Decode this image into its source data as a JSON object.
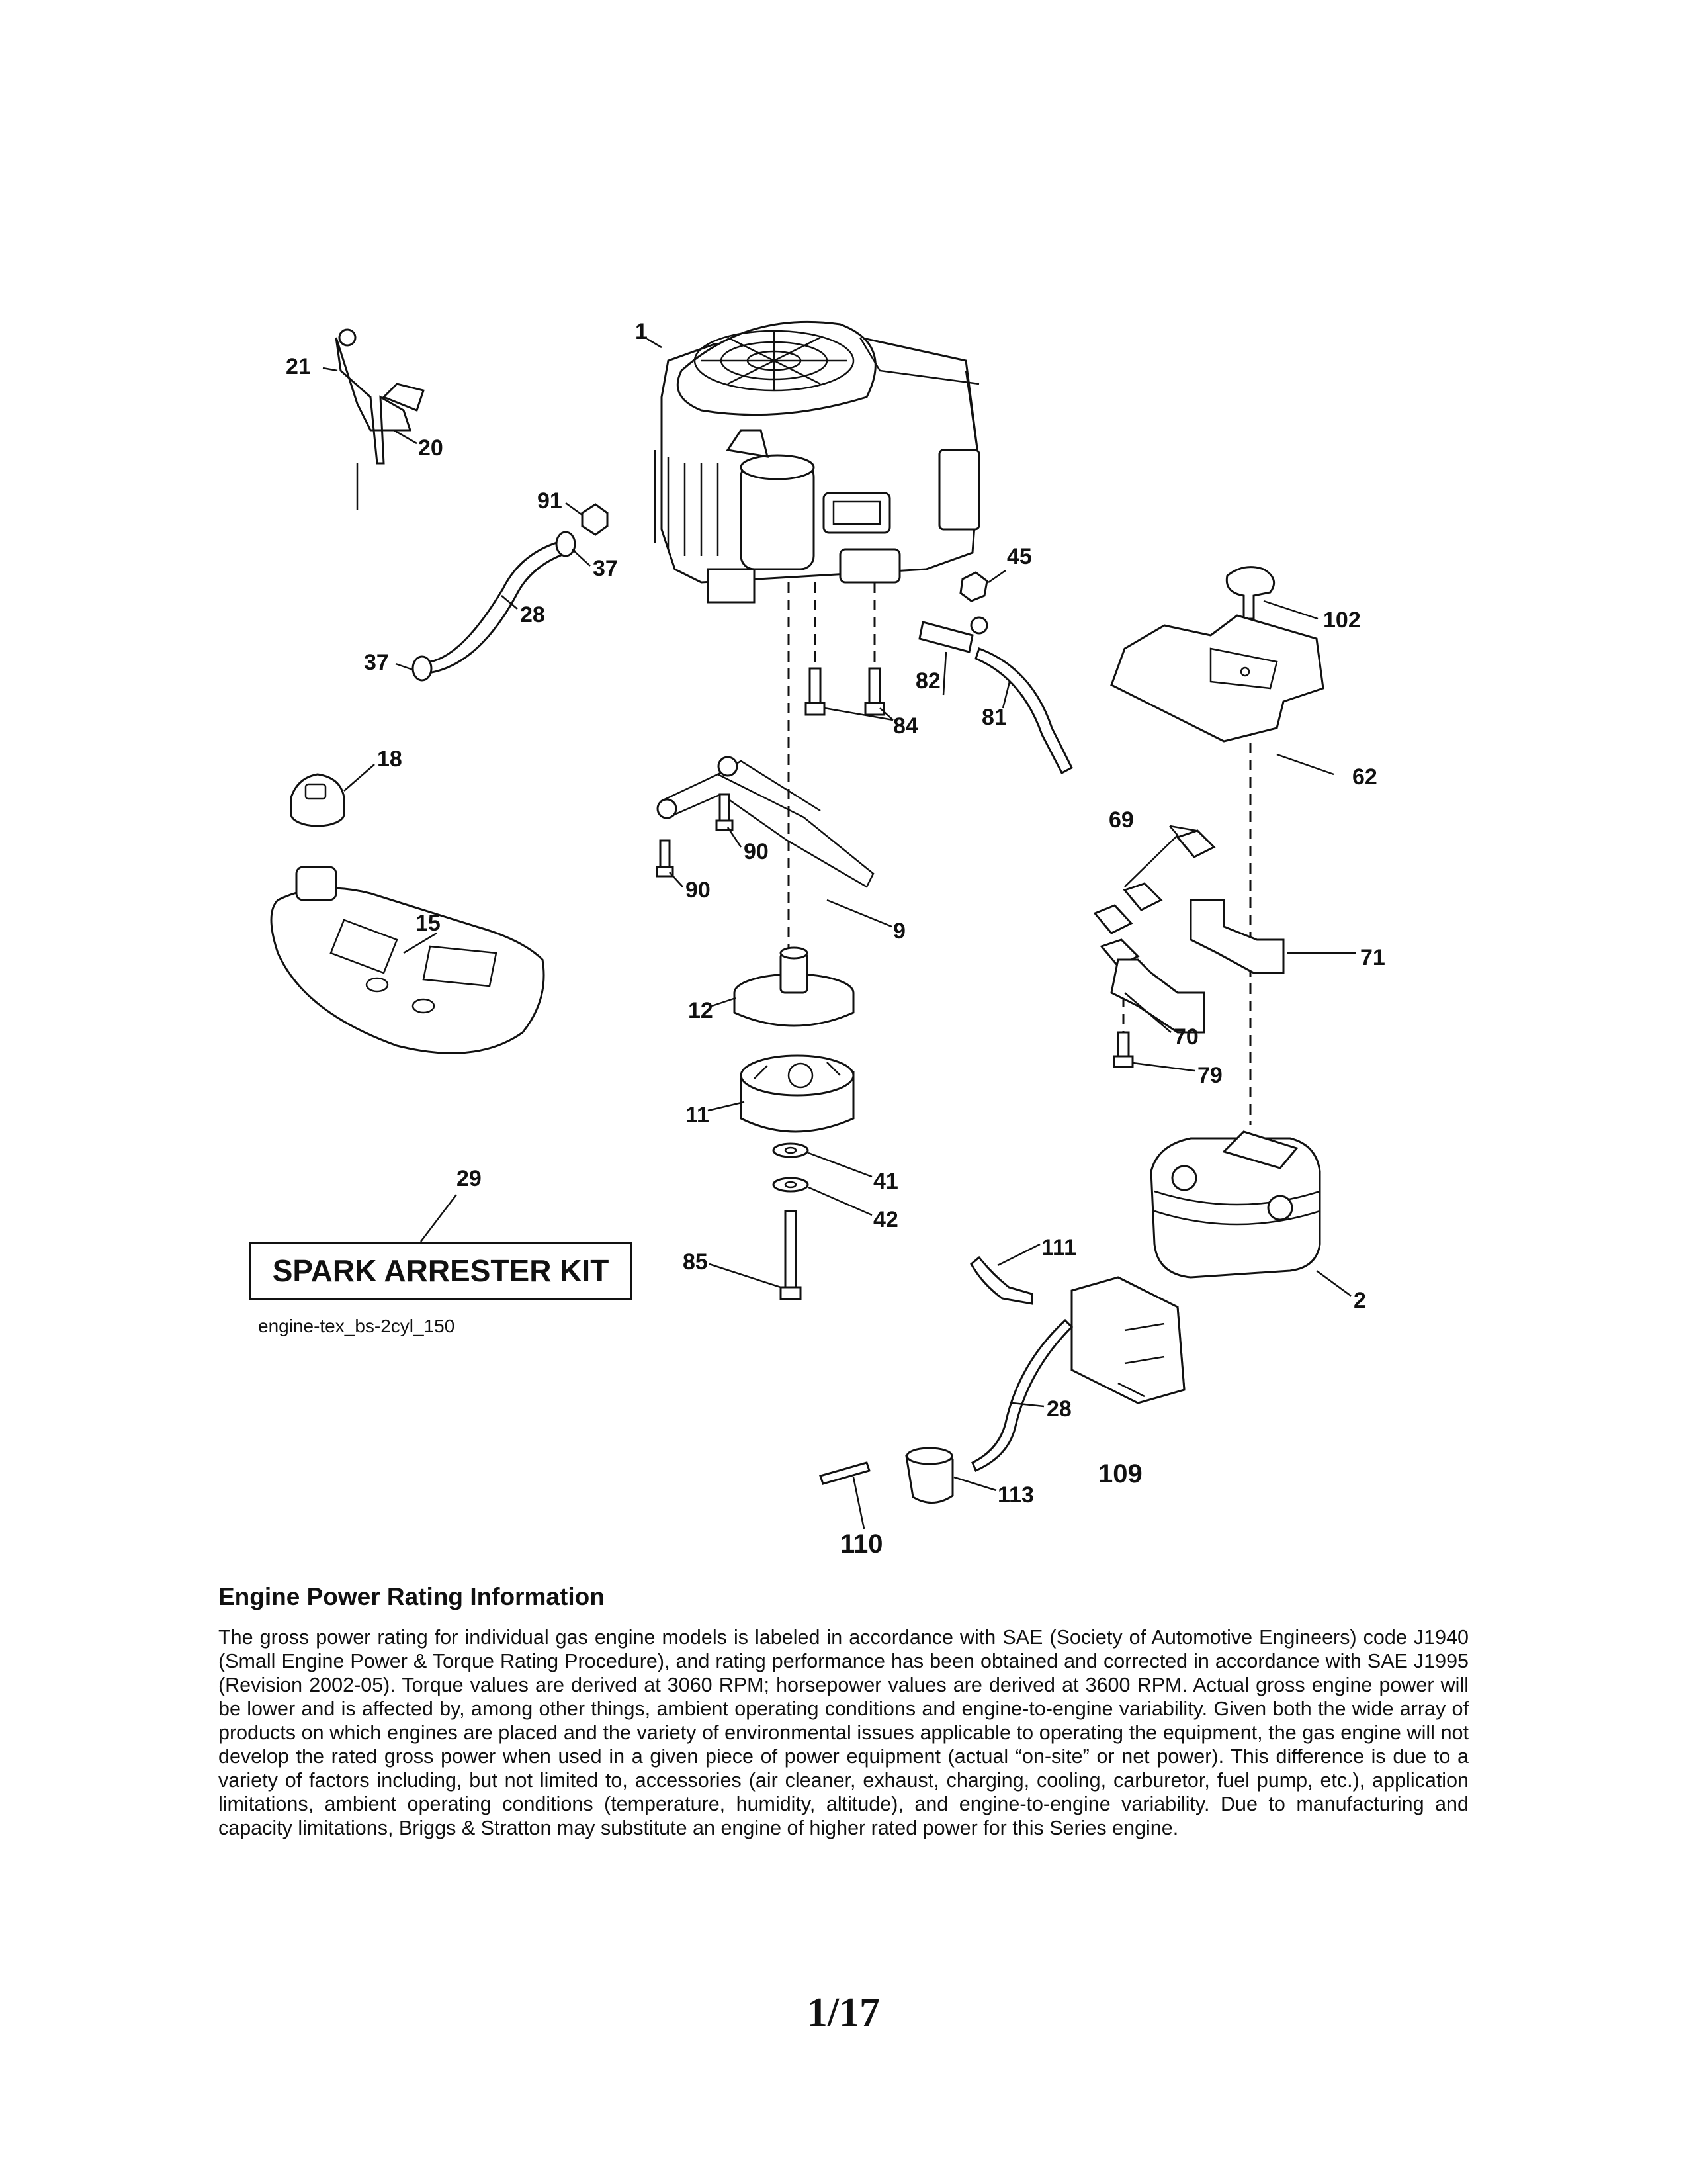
{
  "figure": {
    "id": "engine-tex_bs-2cyl_150",
    "kit_label": "SPARK ARRESTER KIT",
    "callouts": {
      "c1": "1",
      "c21": "21",
      "c20": "20",
      "c91": "91",
      "c37a": "37",
      "c28a": "28",
      "c37b": "37",
      "c45": "45",
      "c102": "102",
      "c82": "82",
      "c81": "81",
      "c84": "84",
      "c18": "18",
      "c62": "62",
      "c69": "69",
      "c90a": "90",
      "c90b": "90",
      "c15": "15",
      "c9": "9",
      "c71": "71",
      "c12": "12",
      "c70": "70",
      "c11": "11",
      "c79": "79",
      "c29": "29",
      "c41": "41",
      "c42": "42",
      "c111": "111",
      "c85": "85",
      "c2": "2",
      "c28b": "28",
      "c109": "109",
      "c113": "113",
      "c110": "110"
    }
  },
  "info": {
    "title": "Engine Power Rating Information",
    "body": "The gross power rating for individual gas engine models is labeled in accordance with SAE (Society of Automotive Engineers) code J1940 (Small Engine Power & Torque Rating Procedure), and rating performance has been obtained and corrected in accordance with SAE J1995 (Revision 2002-05). Torque values are derived at 3060 RPM; horsepower values are derived at 3600 RPM. Actual gross engine power will be lower and is affected by, among other things, ambient operating conditions and engine-to-engine variability. Given both the wide array of products on which engines are placed and the variety of environmental issues applicable to operating the equipment, the gas engine will not develop the rated gross power when used in a given piece of power equipment (actual “on-site” or net power). This difference is due to a variety of factors including, but not limited to, accessories (air cleaner, exhaust, charging, cooling, carburetor, fuel pump, etc.), application limitations, ambient operating conditions (temperature, humidity, altitude), and engine-to-engine variability. Due to manufacturing and capacity limitations, Briggs & Stratton may substitute an engine of higher rated power for this Series engine."
  },
  "page": {
    "number": "1/17"
  }
}
